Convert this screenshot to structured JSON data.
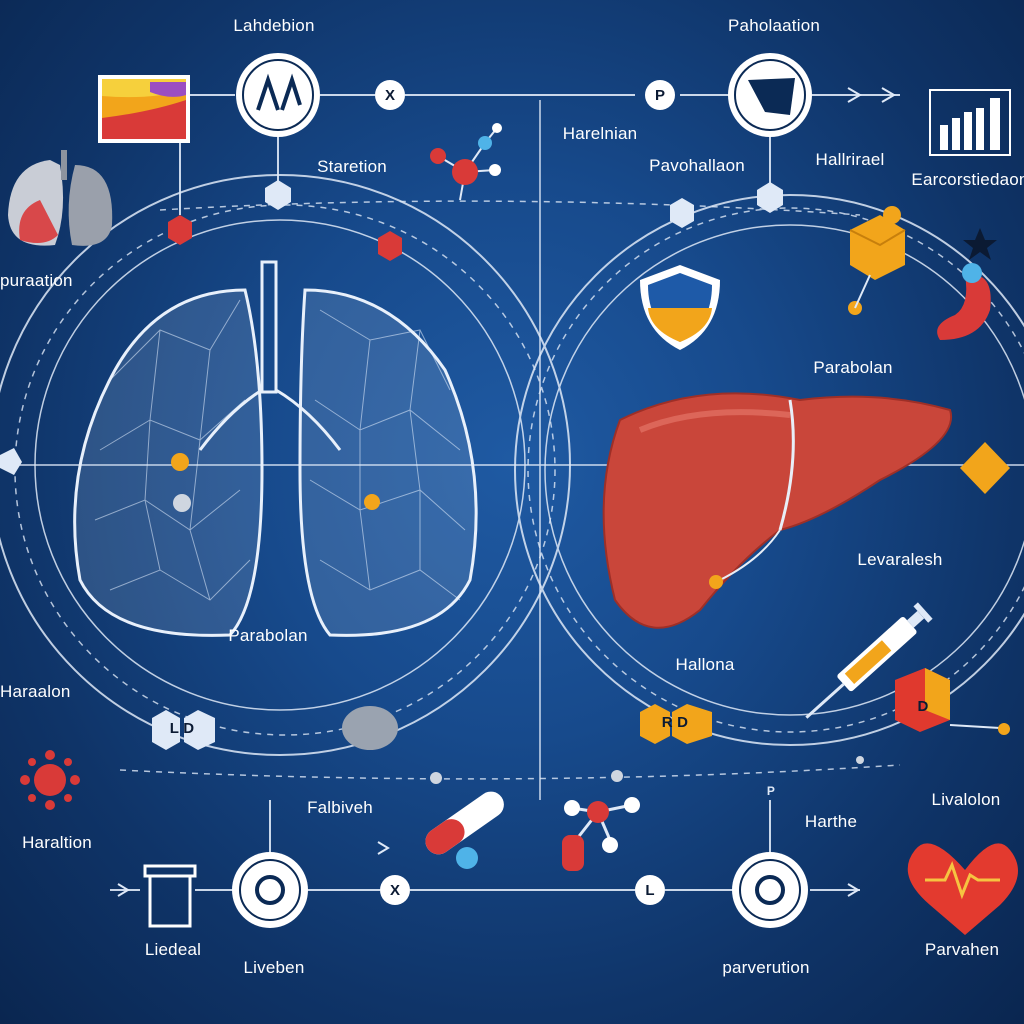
{
  "colors": {
    "background": "#174a8c",
    "line": "#dfe9f7",
    "liver": "#c9463a",
    "accent": "#f2a51b",
    "heart": "#e33a2f"
  },
  "top_labels": {
    "left": "Lahdebion",
    "right": "Paholaation"
  },
  "top_nodes": {
    "x": "X",
    "p": "P"
  },
  "bottom_nodes": {
    "x": "X",
    "l": "L"
  },
  "labels": {
    "staretion": "Staretion",
    "harelnian": "Harelnian",
    "pavohallaon": "Pavohallaon",
    "hallrirael": "Hallrirael",
    "earcorstiedaon": "Earcorstiedaon",
    "puraation": "puraation",
    "parabolan_right": "Parabolan",
    "levaralesh": "Levaralesh",
    "parabolan_lungs": "Parabolan",
    "hallona": "Hallona",
    "haraalon": "Haraalon",
    "haraltion": "Haraltion",
    "falbiveh": "Falbiveh",
    "harthe": "Harthe",
    "livalolon": "Livalolon",
    "liedeal": "Liedeal",
    "liveben": "Liveben",
    "parverution": "parverution",
    "parvahen": "Parvahen"
  },
  "badges": {
    "ld": "L D",
    "rd": "R D",
    "d": "D",
    "p": "P"
  },
  "icons": [
    "lungs-icon",
    "liver-icon",
    "heart-icon",
    "molecule-icon",
    "shield-icon",
    "syringe-icon",
    "bar-chart-icon",
    "virus-icon",
    "capsule-icon",
    "stomach-icon"
  ]
}
